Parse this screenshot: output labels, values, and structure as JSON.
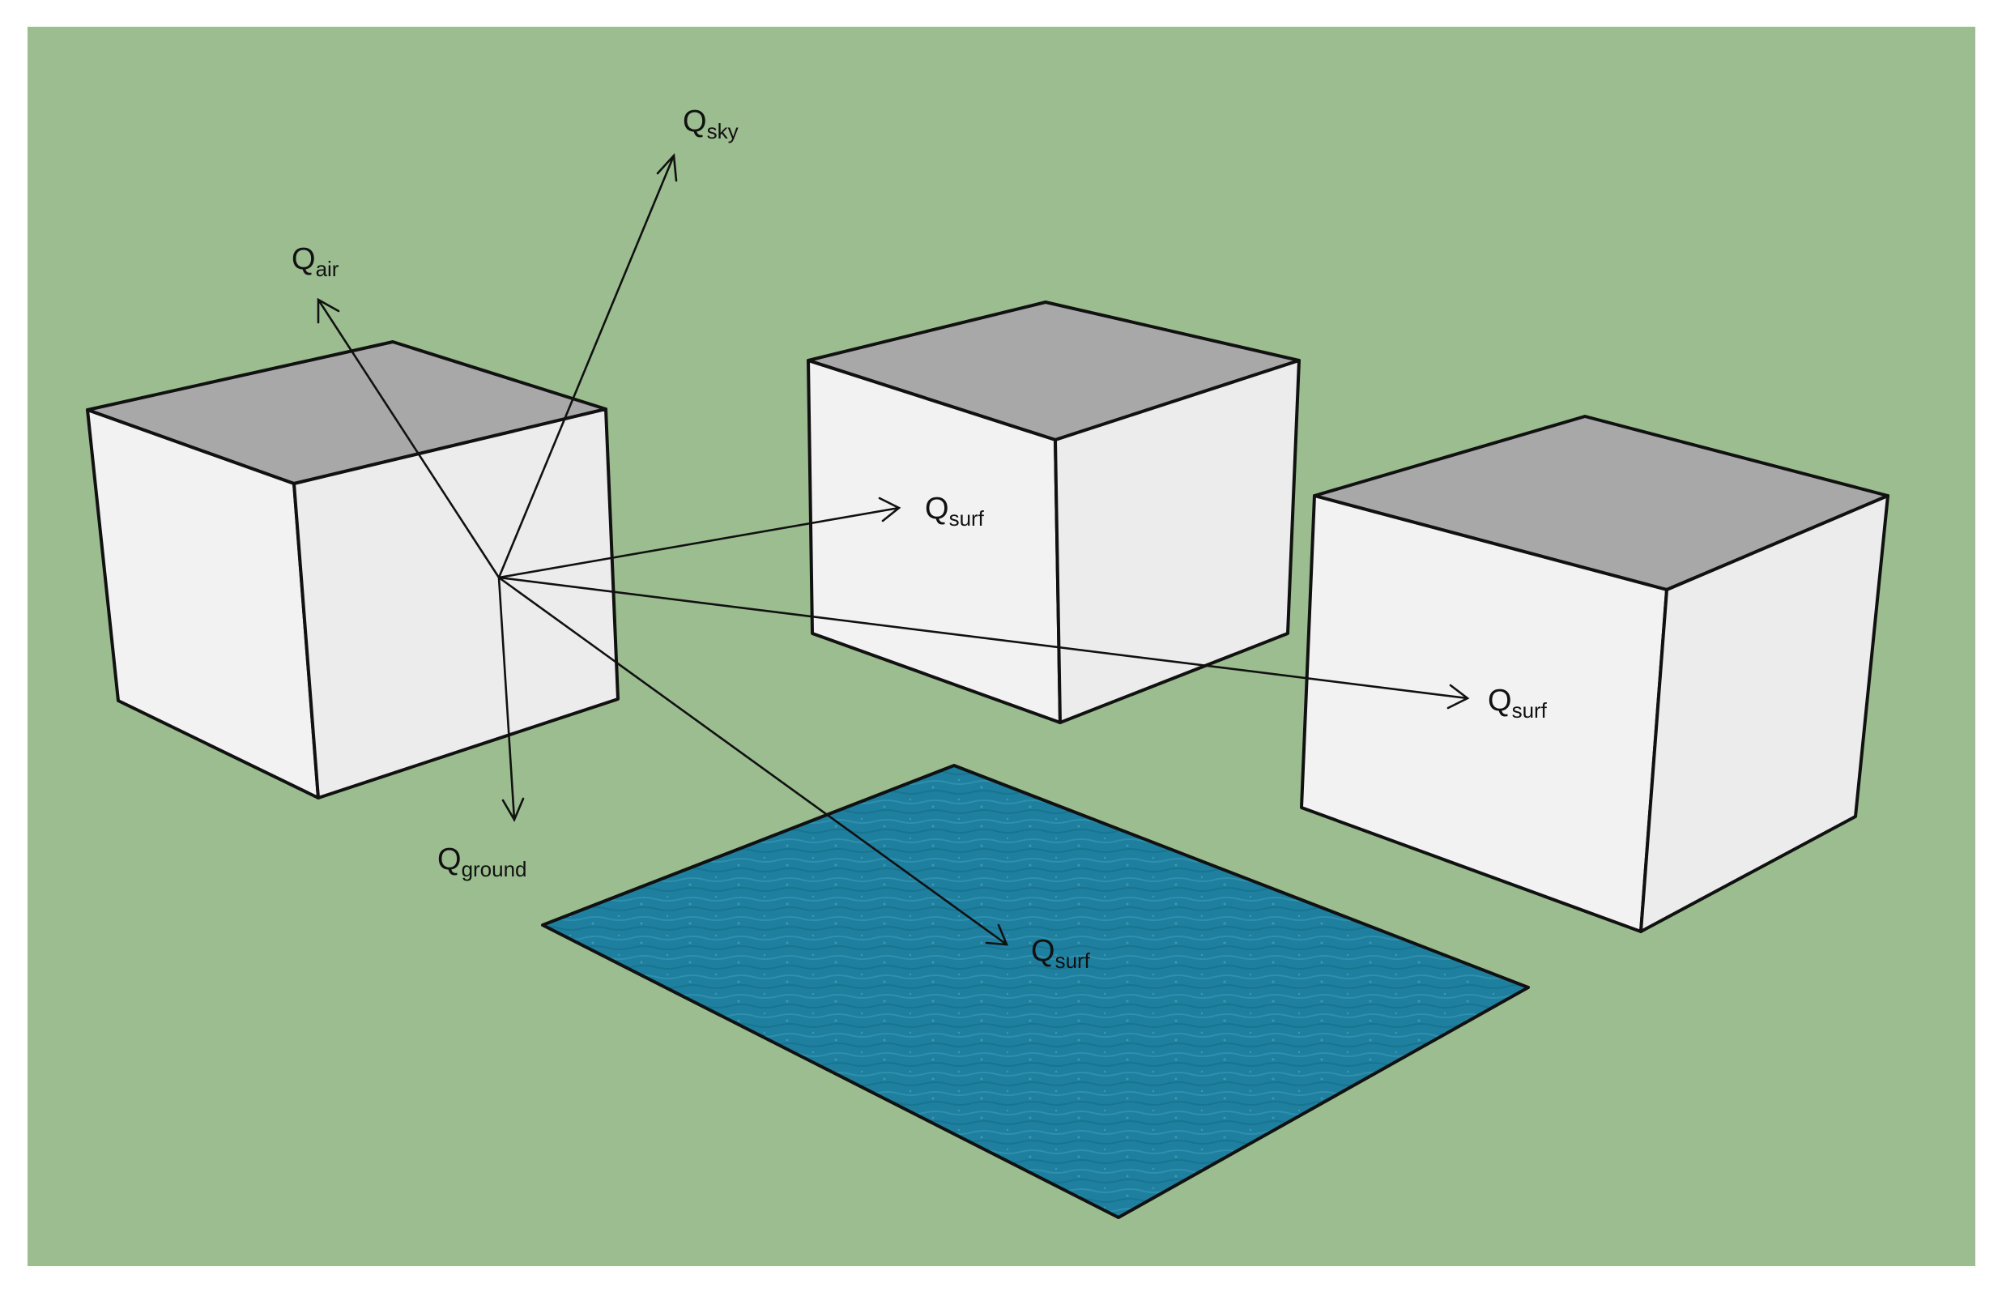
{
  "diagram": {
    "colors": {
      "ground": "#9bbd8f",
      "water": "#1e7f9e",
      "roof": "#a8a8a8",
      "wall": "#efefef"
    },
    "labels": {
      "q_sky": {
        "main": "Q",
        "sub": "sky"
      },
      "q_air": {
        "main": "Q",
        "sub": "air"
      },
      "q_ground": {
        "main": "Q",
        "sub": "ground"
      },
      "q_surf_building2": {
        "main": "Q",
        "sub": "surf"
      },
      "q_surf_building3": {
        "main": "Q",
        "sub": "surf"
      },
      "q_surf_water": {
        "main": "Q",
        "sub": "surf"
      }
    }
  }
}
